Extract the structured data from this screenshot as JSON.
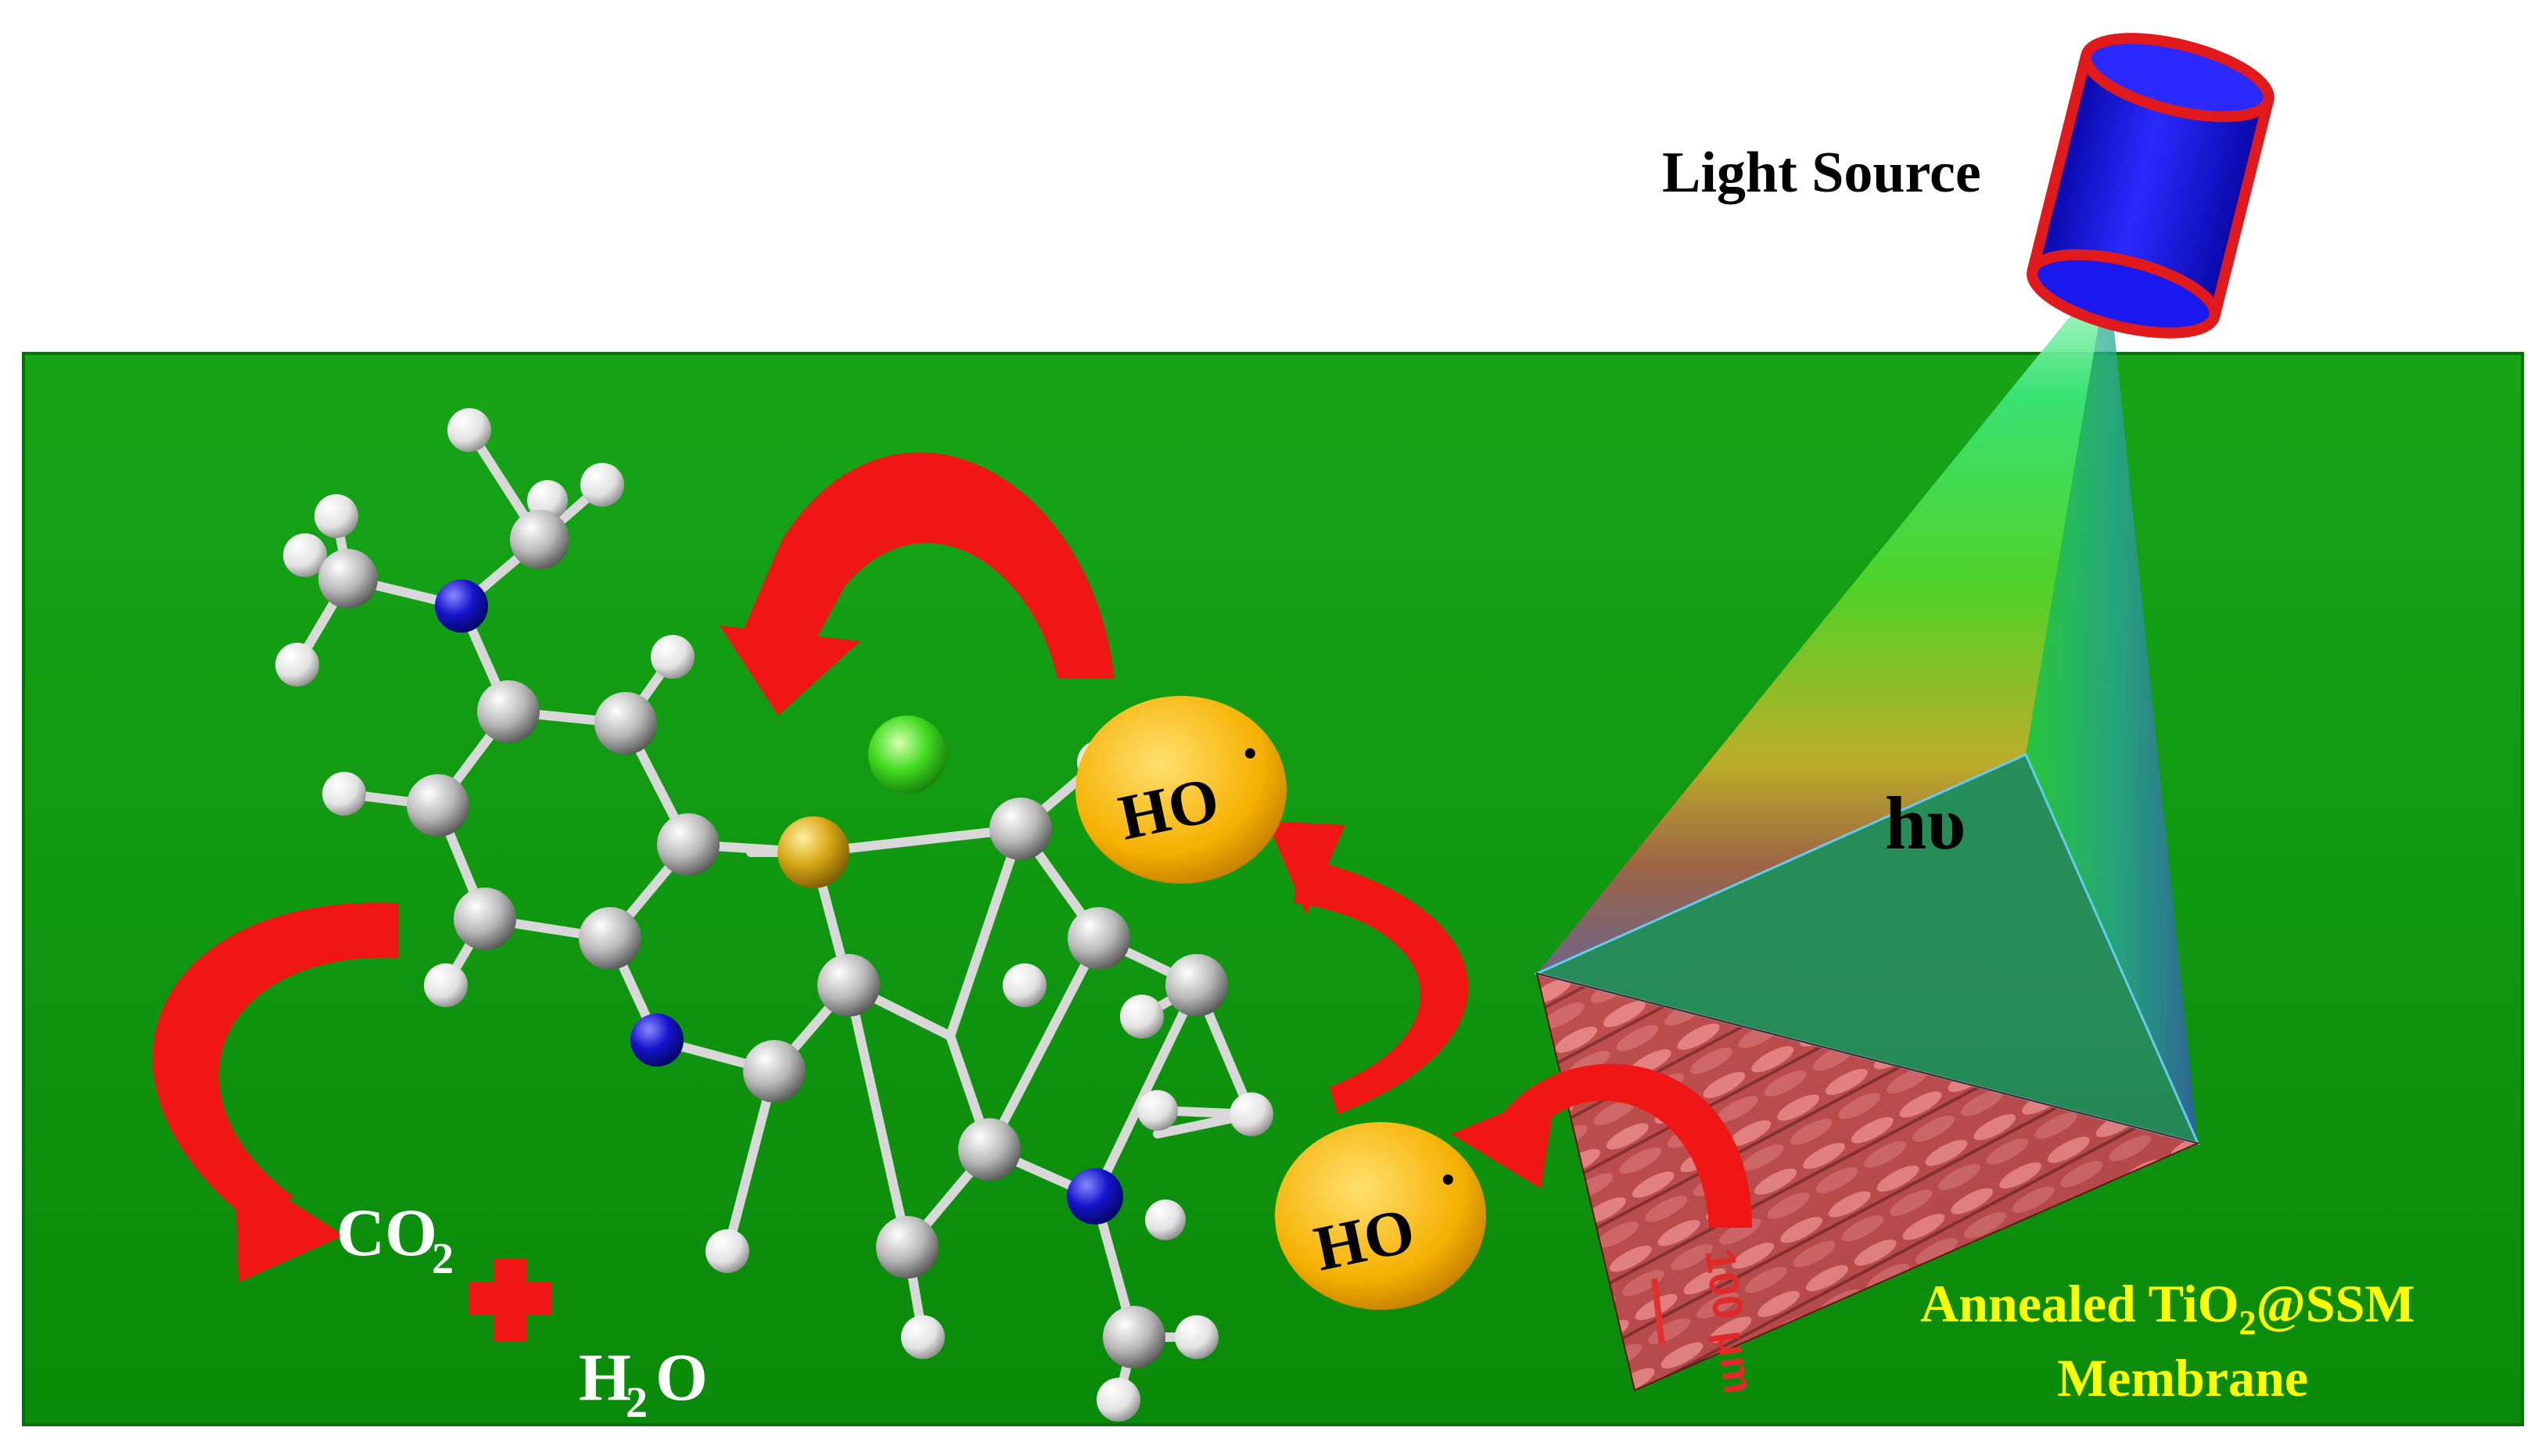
{
  "labels": {
    "light_source": "Light Source",
    "photon": "hυ",
    "radical_top": "HO",
    "radical_bottom": "HO",
    "radical_dot": "·",
    "co2_main": "CO",
    "co2_sub": "2",
    "h2o_h": "H",
    "h2o_sub": "2",
    "h2o_o": "O",
    "membrane_line1_pre": "Annealed TiO",
    "membrane_line1_sub": "2",
    "membrane_line1_post": "@SSM",
    "membrane_line2": "Membrane",
    "scale_bar": "100 μm"
  },
  "colors": {
    "background_panel": "#0a8f0a",
    "arrow": "#f01616",
    "radical_bubble": "#f5b000",
    "lamp_body": "#1818e8",
    "lamp_rim": "#e01a1a",
    "membrane_text": "#ffff00",
    "product_text": "#ffffff",
    "nitrogen_atom": "#1414c8",
    "sulfur_atom": "#d4a818",
    "carbon_atom": "#b4b4b4",
    "hydrogen_atom": "#ececec",
    "chloride_ion": "#33dd22"
  }
}
